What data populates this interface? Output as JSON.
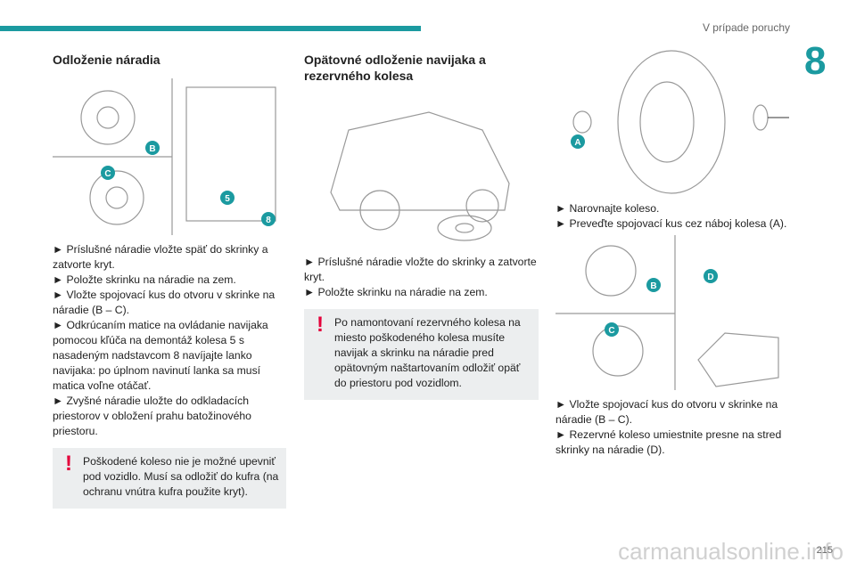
{
  "header": {
    "section": "V prípade poruchy",
    "chapter": "8"
  },
  "col1": {
    "title": "Odloženie náradia",
    "steps": [
      "► Príslušné náradie vložte späť do skrinky a zatvorte kryt.",
      "► Položte skrinku na náradie na zem.",
      "► Vložte spojovací kus do otvoru v skrinke na náradie (B – C).",
      "► Odkrúcaním matice na ovládanie navijaka pomocou kľúča na demontáž kolesa 5 s nasadeným nadstavcom 8 navíjajte lanko navijaka: po úplnom navinutí lanka sa musí matica voľne otáčať.",
      "► Zvyšné náradie uložte do odkladacích priestorov v obložení prahu batožinového priestoru."
    ],
    "warning": "Poškodené koleso nie je možné upevniť pod vozidlo. Musí sa odložiť do kufra (na ochranu vnútra kufra použite kryt).",
    "figure_labels": [
      "B",
      "C",
      "5",
      "8"
    ]
  },
  "col2": {
    "title": "Opätovné odloženie navijaka a rezervného kolesa",
    "steps": [
      "► Príslušné náradie vložte do skrinky a zatvorte kryt.",
      "► Položte skrinku na náradie na zem."
    ],
    "warning": "Po namontovaní rezervného kolesa na miesto poškodeného kolesa musíte navijak a skrinku na náradie pred opätovným naštartovaním odložiť opäť do priestoru pod vozidlom."
  },
  "col3": {
    "steps_a": [
      "► Narovnajte koleso.",
      "► Preveďte spojovací kus cez náboj kolesa (A)."
    ],
    "steps_b": [
      "► Vložte spojovací kus do otvoru v skrinke na náradie (B – C).",
      "► Rezervné koleso umiestnite presne na stred skrinky na náradie (D)."
    ],
    "figure_labels": [
      "A",
      "B",
      "C",
      "D"
    ]
  },
  "page_number": "215",
  "watermark": "carmanualsonline.info",
  "colors": {
    "accent": "#1b9aa0",
    "warning": "#e4003a"
  }
}
